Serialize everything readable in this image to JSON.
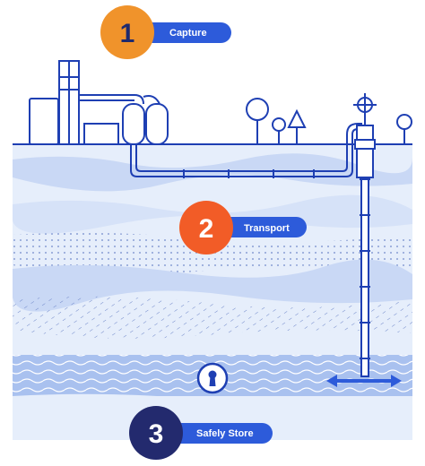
{
  "steps": [
    {
      "number": "1",
      "label": "Capture",
      "circle_color": "#F0932B",
      "number_color": "#1E2A6E",
      "pill_color": "#2D5BDA"
    },
    {
      "number": "2",
      "label": "Transport",
      "circle_color": "#F25C27",
      "number_color": "#FFFFFF",
      "pill_color": "#2D5BDA"
    },
    {
      "number": "3",
      "label": "Safely Store",
      "circle_color": "#232A6E",
      "number_color": "#FFFFFF",
      "pill_color": "#2D5BDA"
    }
  ],
  "colors": {
    "line": "#1E3FB3",
    "layer_light": "#E6EEFB",
    "layer_mid": "#C9D8F5",
    "layer_dark": "#A9C1EF",
    "storage_arrow": "#2D5BDA"
  },
  "icons": [
    "lock-icon",
    "double-arrow-icon",
    "valve-wheel-icon",
    "tree-icon"
  ]
}
